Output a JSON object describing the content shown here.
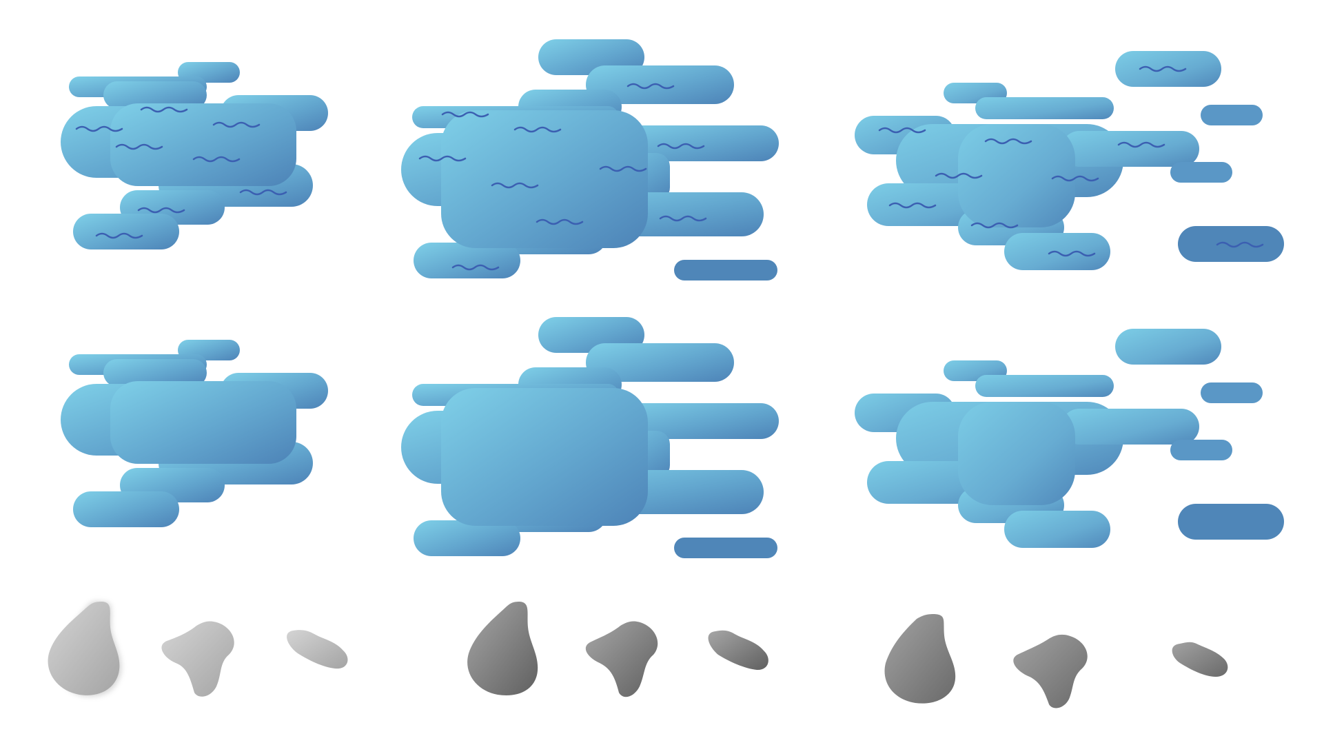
{
  "sheet": {
    "background": "#ffffff",
    "palette": {
      "water_light": "#79cce6",
      "water_mid": "#64a9cf",
      "water_dark": "#4f86b8",
      "ripple": "#3a5fb0",
      "rock_light_a": "#d0d0d0",
      "rock_light_b": "#a7a7a7",
      "rock_dark_a": "#a0a0a0",
      "rock_dark_b": "#5e5e5e",
      "rock_shadow": "#8c8c8c"
    },
    "sprites": {
      "puddles_with_ripples": [
        {
          "name": "puddle-small-rippled",
          "variant": "small",
          "ripples": true
        },
        {
          "name": "puddle-large-rippled",
          "variant": "large",
          "ripples": true
        },
        {
          "name": "puddle-scattered-rippled",
          "variant": "scattered",
          "ripples": true
        }
      ],
      "puddles_plain": [
        {
          "name": "puddle-small-plain",
          "variant": "small",
          "ripples": false
        },
        {
          "name": "puddle-large-plain",
          "variant": "large",
          "ripples": false
        },
        {
          "name": "puddle-scattered-plain",
          "variant": "scattered",
          "ripples": false
        }
      ],
      "rock_sets": [
        {
          "name": "rock-set-light",
          "tone": "light",
          "count": 3
        },
        {
          "name": "rock-set-medium",
          "tone": "medium",
          "count": 3
        },
        {
          "name": "rock-set-dark",
          "tone": "dark",
          "count": 3
        }
      ]
    }
  }
}
